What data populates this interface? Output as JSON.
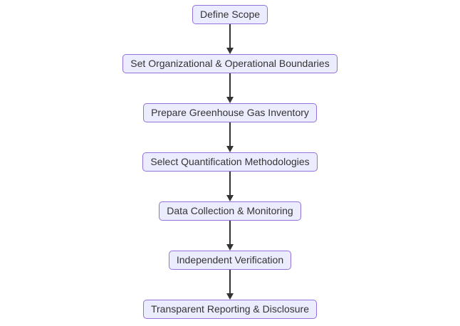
{
  "diagram": {
    "type": "flowchart",
    "direction": "top-down",
    "nodes": [
      {
        "id": "n0",
        "label": "Define Scope"
      },
      {
        "id": "n1",
        "label": "Set Organizational & Operational Boundaries"
      },
      {
        "id": "n2",
        "label": "Prepare Greenhouse Gas Inventory"
      },
      {
        "id": "n3",
        "label": "Select Quantification Methodologies"
      },
      {
        "id": "n4",
        "label": "Data Collection & Monitoring"
      },
      {
        "id": "n5",
        "label": "Independent Verification"
      },
      {
        "id": "n6",
        "label": "Transparent Reporting & Disclosure"
      }
    ],
    "edges": [
      {
        "from": "n0",
        "to": "n1"
      },
      {
        "from": "n1",
        "to": "n2"
      },
      {
        "from": "n2",
        "to": "n3"
      },
      {
        "from": "n3",
        "to": "n4"
      },
      {
        "from": "n4",
        "to": "n5"
      },
      {
        "from": "n5",
        "to": "n6"
      }
    ],
    "colors": {
      "node_fill": "#ECECFF",
      "node_border": "#9370DB",
      "node_text": "#333333",
      "arrow": "#333333",
      "background": "#FFFFFF"
    }
  }
}
